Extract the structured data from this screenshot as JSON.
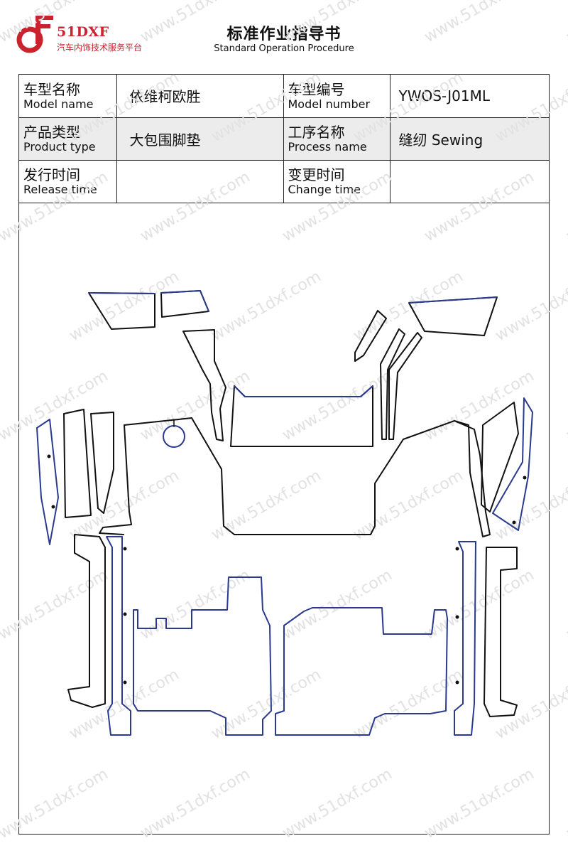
{
  "header": {
    "brand_name": "51DXF",
    "brand_tagline": "汽车内饰技术服务平台",
    "title": "标准作业指导书",
    "subtitle": "Standard Operation Procedure"
  },
  "info_table": {
    "model_name": {
      "label_cn": "车型名称",
      "label_en": "Model name",
      "value": "依维柯欧胜"
    },
    "model_number": {
      "label_cn": "车型编号",
      "label_en": "Model number",
      "value": "YWOS-J01ML"
    },
    "product_type": {
      "label_cn": "产品类型",
      "label_en": "Product type",
      "value": "大包围脚垫"
    },
    "process_name": {
      "label_cn": "工序名称",
      "label_en": "Process name",
      "value": "缝纫 Sewing"
    },
    "release_time": {
      "label_cn": "发行时间",
      "label_en": "Release time",
      "value": ""
    },
    "change_time": {
      "label_cn": "变更时间",
      "label_en": "Change time",
      "value": ""
    }
  },
  "watermark": {
    "text": "www.51dxf.com"
  },
  "colors": {
    "brand_red": "#c9232d",
    "outline_black": "#111111",
    "outline_blue": "#2a3a8f",
    "row_shade": "#ececec"
  }
}
